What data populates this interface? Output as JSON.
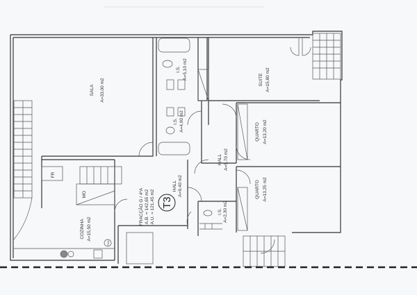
{
  "unit_label": "T3",
  "fraction": {
    "line1": "FRACÇÃO G / 4ºA",
    "line2": "A.B. = 142,65 m2",
    "line3": "A.U. = 121,45 m2"
  },
  "rooms": [
    {
      "name": "SALA",
      "area": "A=33,00 m2"
    },
    {
      "name": "I.S.",
      "area": "A=5,10 m2"
    },
    {
      "name": "SUITE",
      "area": "A=15,80 m2"
    },
    {
      "name": "I.S.",
      "area": "A=4,00 m2"
    },
    {
      "name": "QUARTO",
      "area": "A=13,20 m2"
    },
    {
      "name": "HALL",
      "area": "A=5,70 m2"
    },
    {
      "name": "QUARTO",
      "area": "A=13,25 m2"
    },
    {
      "name": "HALL",
      "area": "A=9,40 m2"
    },
    {
      "name": "I.S.",
      "area": "A=2,30 m2"
    },
    {
      "name": "COZINHA",
      "area": "A=15,50 m2"
    }
  ],
  "appliances": {
    "fridge": "FR",
    "microwave": "MO",
    "boiler": "CAL"
  }
}
